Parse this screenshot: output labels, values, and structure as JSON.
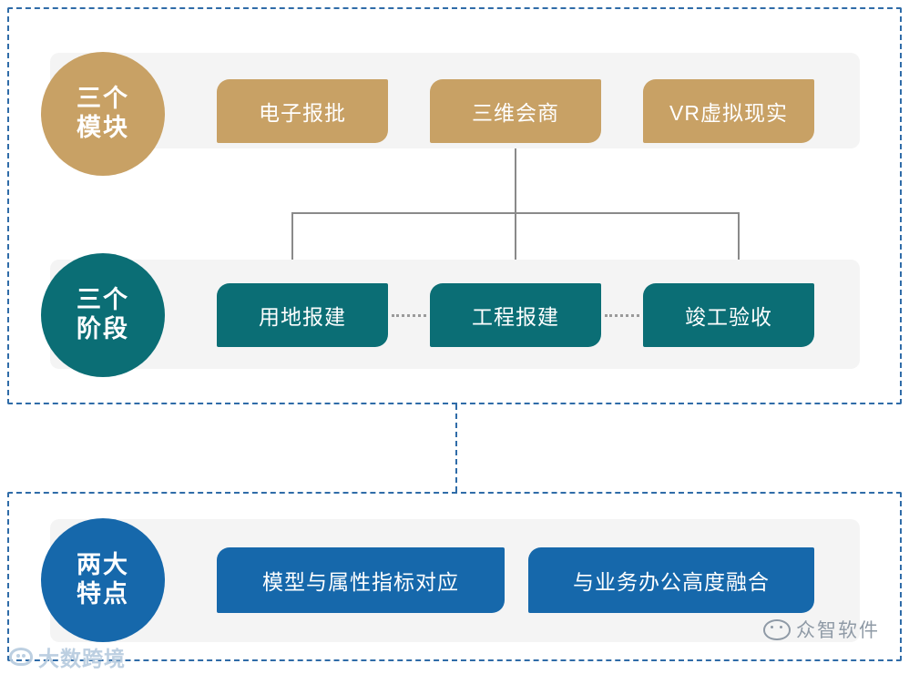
{
  "diagram": {
    "title": "三个模块 / 三个阶段 / 两大特点",
    "colors": {
      "gold": "#c8a165",
      "teal": "#0b6e75",
      "blue": "#1668ab",
      "panel_border": "#2f6ca8",
      "row_background": "#f4f4f4",
      "connector": "#8a8a8a"
    },
    "panels": [
      {
        "id": "modules-stages",
        "rows": [
          {
            "id": "modules",
            "circle": {
              "line1": "三个",
              "line2": "模块",
              "color": "#c8a165"
            },
            "items": [
              {
                "label": "电子报批"
              },
              {
                "label": "三维会商"
              },
              {
                "label": "VR虚拟现实"
              }
            ]
          },
          {
            "id": "stages",
            "circle": {
              "line1": "三个",
              "line2": "阶段",
              "color": "#0b6e75"
            },
            "items": [
              {
                "label": "用地报建"
              },
              {
                "label": "工程报建"
              },
              {
                "label": "竣工验收"
              }
            ]
          }
        ]
      },
      {
        "id": "features",
        "rows": [
          {
            "id": "features",
            "circle": {
              "line1": "两大",
              "line2": "特点",
              "color": "#1668ab"
            },
            "items": [
              {
                "label": "模型与属性指标对应"
              },
              {
                "label": "与业务办公高度融合"
              }
            ]
          }
        ]
      }
    ]
  },
  "watermarks": {
    "left": {
      "text": "大数跨境",
      "icon": "wechat-icon"
    },
    "right": {
      "text": "众智软件",
      "icon": "wechat-icon"
    }
  }
}
